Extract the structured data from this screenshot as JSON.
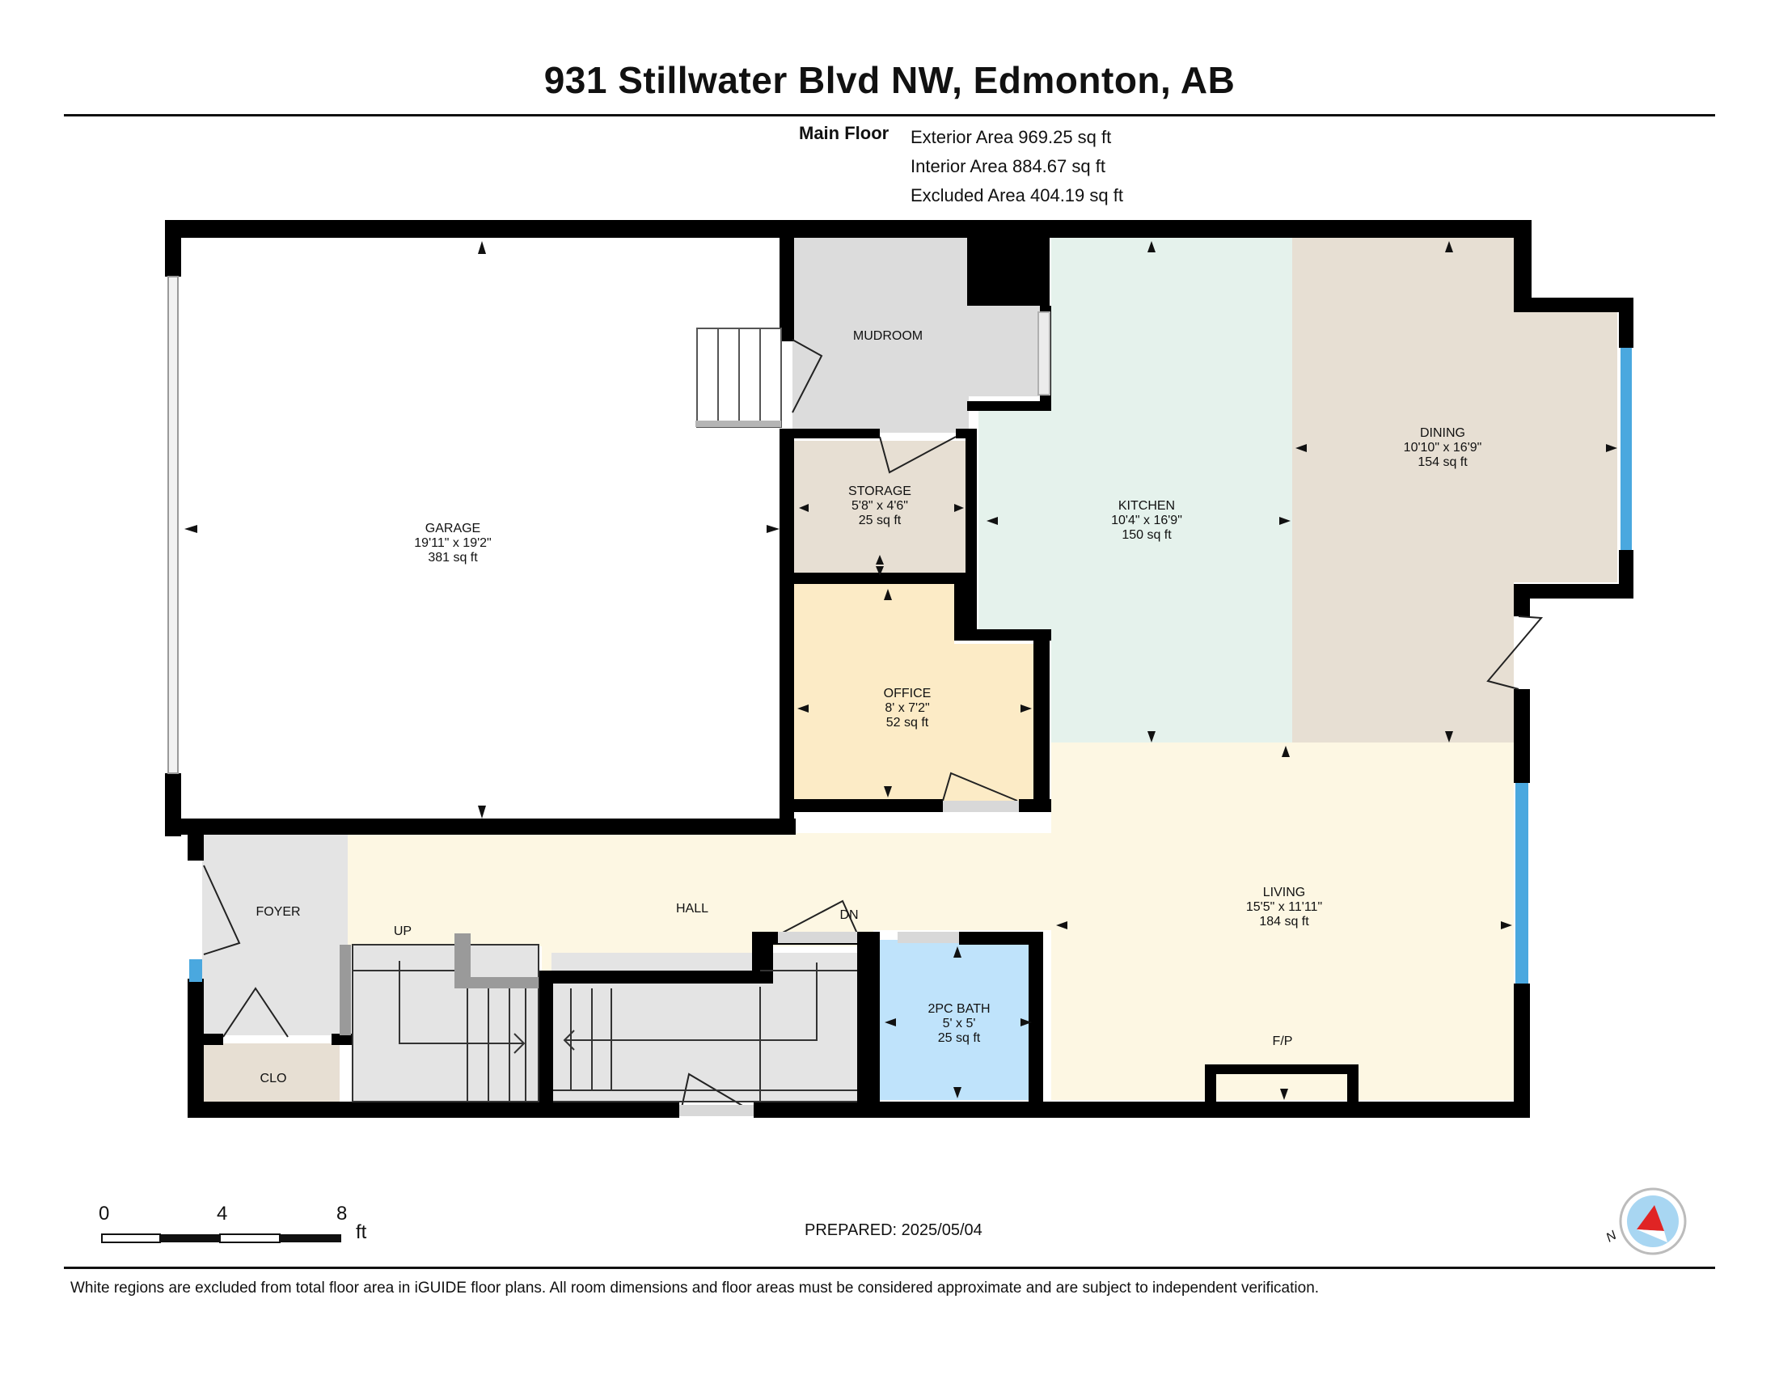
{
  "header": {
    "title": "931 Stillwater Blvd NW, Edmonton, AB"
  },
  "summary": {
    "floor_label": "Main Floor",
    "exterior_area": "Exterior Area 969.25 sq ft",
    "interior_area": "Interior Area 884.67 sq ft",
    "excluded_area": "Excluded Area 404.19 sq ft"
  },
  "rooms": {
    "garage": {
      "name": "GARAGE",
      "dims": "19'11\" x 19'2\"",
      "area": "381 sq ft"
    },
    "mudroom": {
      "name": "MUDROOM"
    },
    "storage": {
      "name": "STORAGE",
      "dims": "5'8\" x 4'6\"",
      "area": "25 sq ft"
    },
    "kitchen": {
      "name": "KITCHEN",
      "dims": "10'4\" x 16'9\"",
      "area": "150 sq ft"
    },
    "dining": {
      "name": "DINING",
      "dims": "10'10\" x 16'9\"",
      "area": "154 sq ft"
    },
    "office": {
      "name": "OFFICE",
      "dims": "8' x 7'2\"",
      "area": "52 sq ft"
    },
    "living": {
      "name": "LIVING",
      "dims": "15'5\" x 11'11\"",
      "area": "184 sq ft"
    },
    "bath": {
      "name": "2PC BATH",
      "dims": "5' x 5'",
      "area": "25 sq ft"
    },
    "foyer": {
      "name": "FOYER"
    },
    "hall": {
      "name": "HALL"
    },
    "clo": {
      "name": "CLO"
    }
  },
  "labels": {
    "up": "UP",
    "dn": "DN",
    "fp": "F/P"
  },
  "scale": {
    "ticks": [
      "0",
      "4",
      "8"
    ],
    "unit": "ft"
  },
  "compass": {
    "letter": "N"
  },
  "footer": {
    "prepared": "PREPARED: 2025/05/04",
    "disclaimer": "White regions are excluded from total floor area in iGUIDE floor plans. All room dimensions and floor areas must be considered approximate and are subject to independent verification."
  },
  "colors": {
    "wall": "#000000",
    "kitchen": "#e5f2ec",
    "dining": "#e7dfd3",
    "living": "#fdf7e3",
    "office": "#fcebc6",
    "storage": "#e7dfd3",
    "mudroom": "#dcdcdc",
    "bath": "#bfe3fb",
    "closet": "#e7dfd3",
    "window": "#4aa8df"
  }
}
